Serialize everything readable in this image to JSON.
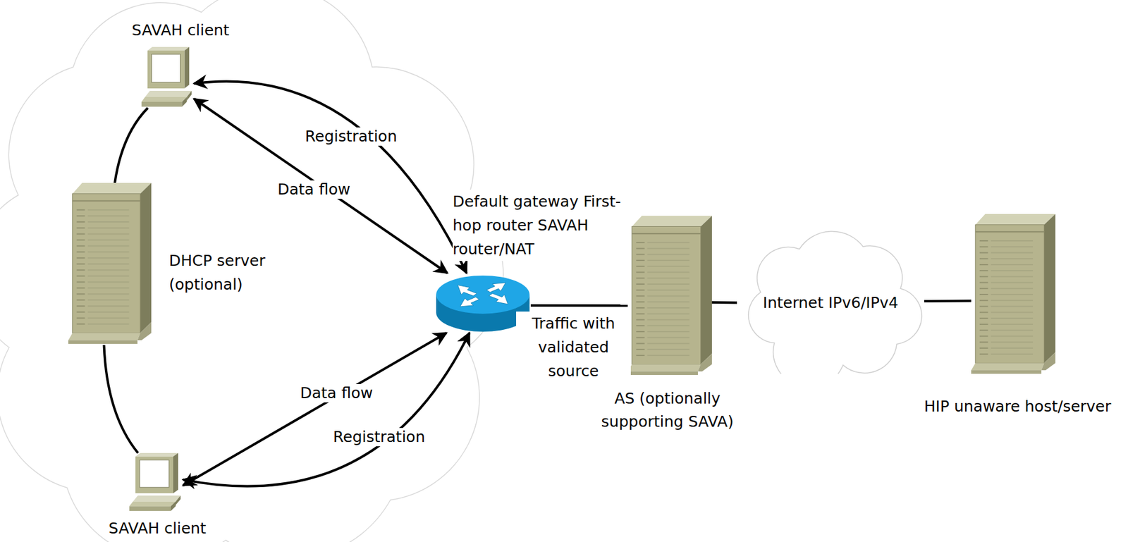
{
  "diagram": {
    "nodes": [
      {
        "text": [
          "SAVAH client"
        ]
      },
      {
        "text": [
          "DHCP server (optional)"
        ]
      },
      {
        "text": [
          "Default gateway First-hop router SAVAH router/NAT"
        ]
      },
      {
        "text": [
          "SAVAH client"
        ]
      },
      {
        "text": [
          "AS (optionally supporting SAVA)"
        ]
      },
      {
        "text": [
          "Internet IPv6/IPv4"
        ]
      },
      {
        "text": [
          "HIP unaware host/server"
        ]
      }
    ],
    "edges": [
      {
        "from": 0,
        "to": 2,
        "arrow": "both",
        "label": "Registration"
      },
      {
        "from": 0,
        "to": 2,
        "arrow": "both",
        "label": "Data flow"
      },
      {
        "from": 1,
        "to": 0,
        "arrow": "none"
      },
      {
        "from": 1,
        "to": 3,
        "arrow": "none"
      },
      {
        "from": 3,
        "to": 2,
        "arrow": "both",
        "label": "Data flow"
      },
      {
        "from": 3,
        "to": 2,
        "arrow": "both",
        "label": "Registration"
      },
      {
        "from": 2,
        "to": 4,
        "arrow": "none",
        "label": "Traffic with validated source"
      },
      {
        "from": 4,
        "to": 5,
        "arrow": "none"
      },
      {
        "from": 5,
        "to": 6,
        "arrow": "none"
      }
    ]
  }
}
